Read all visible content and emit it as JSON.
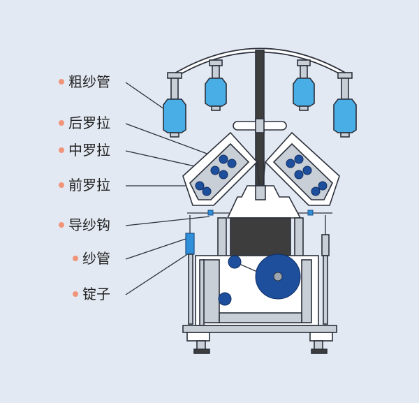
{
  "labels": {
    "roving_bobbin": "粗纱管",
    "back_roller": "后罗拉",
    "middle_roller": "中罗拉",
    "front_roller": "前罗拉",
    "yarn_guide": "导纱钩",
    "yarn_tube": "纱管",
    "spindle": "锭子"
  },
  "colors": {
    "background": "#e3e9f2",
    "bobbin_blue": "#4aaee6",
    "roller_blue": "#1d4f9c",
    "frame_grey": "#c9cfd6",
    "bullet": "#f0947a"
  }
}
